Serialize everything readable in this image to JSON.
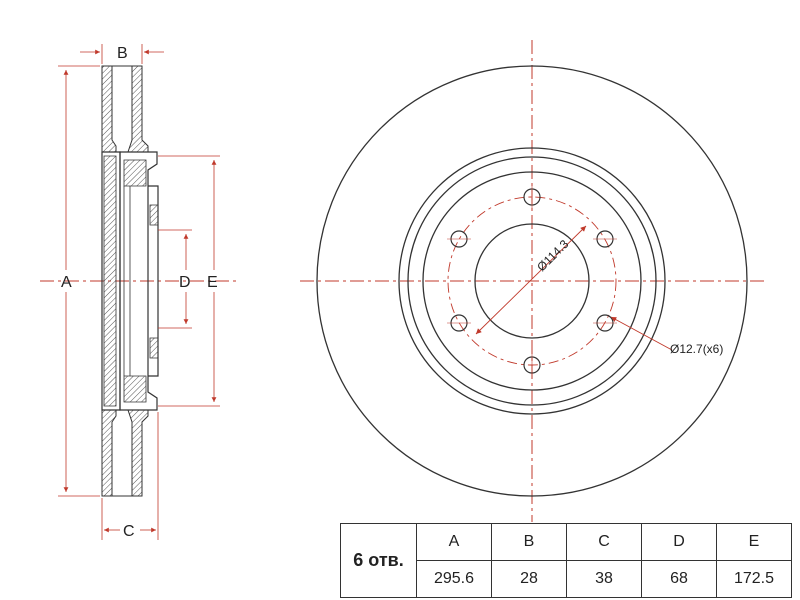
{
  "side_view": {
    "labels": {
      "a": "A",
      "b": "B",
      "c": "C",
      "d": "D",
      "e": "E"
    }
  },
  "front_view": {
    "pcd_label": "Ø114.3",
    "hole_label": "Ø12.7(x6)"
  },
  "table": {
    "holes_label": "6 отв.",
    "headers": [
      "A",
      "B",
      "C",
      "D",
      "E"
    ],
    "values": [
      "295.6",
      "28",
      "38",
      "68",
      "172.5"
    ]
  },
  "colors": {
    "outline": "#333333",
    "dimension": "#c0392b",
    "centerline": "#c0392b",
    "hatch": "#555555"
  }
}
